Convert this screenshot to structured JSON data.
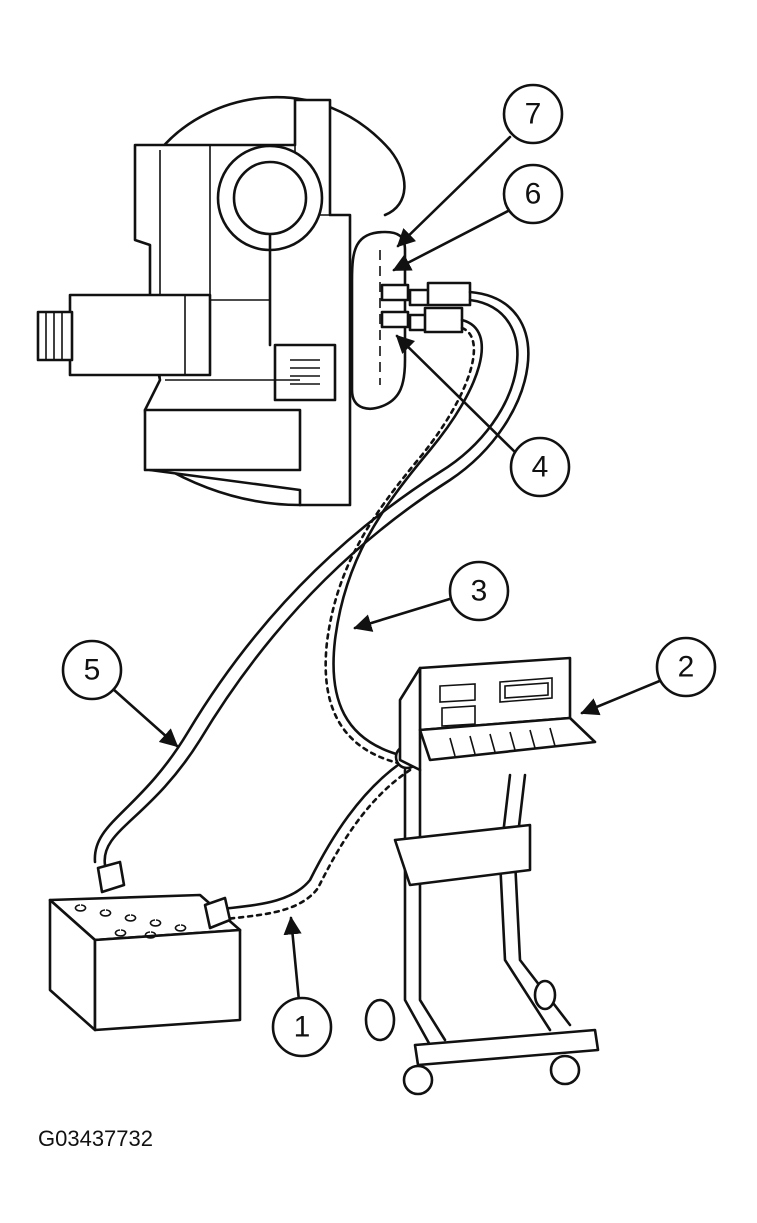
{
  "figure_id": "G03437732",
  "callouts": [
    {
      "id": "callout-1",
      "label": "1"
    },
    {
      "id": "callout-2",
      "label": "2"
    },
    {
      "id": "callout-3",
      "label": "3"
    },
    {
      "id": "callout-4",
      "label": "4"
    },
    {
      "id": "callout-5",
      "label": "5"
    },
    {
      "id": "callout-6",
      "label": "6"
    },
    {
      "id": "callout-7",
      "label": "7"
    }
  ]
}
